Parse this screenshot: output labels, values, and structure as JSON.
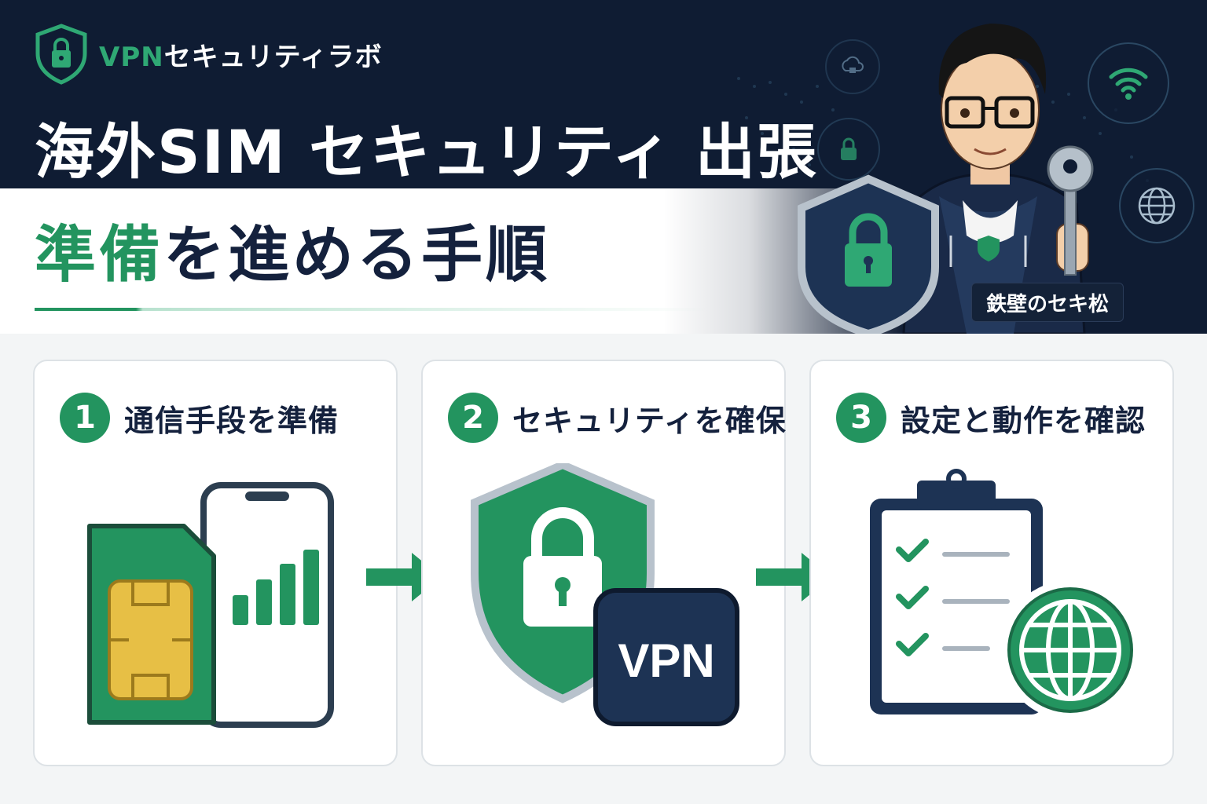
{
  "brand": {
    "prefix": "VPN",
    "suffix": "セキュリティラボ"
  },
  "headline": {
    "line1": "海外SIM セキュリティ 出張",
    "line2_highlight": "準備",
    "line2_rest": "を進める手順"
  },
  "character": {
    "badge": "鉄壁のセキ松"
  },
  "steps": [
    {
      "number": "1",
      "label": "通信手段を準備"
    },
    {
      "number": "2",
      "label": "セキュリティを確保"
    },
    {
      "number": "3",
      "label": "設定と動作を確認"
    }
  ],
  "vpn_tile_text": "VPN",
  "colors": {
    "navy": "#0f1c33",
    "green": "#23945f",
    "ink": "#14213d"
  }
}
